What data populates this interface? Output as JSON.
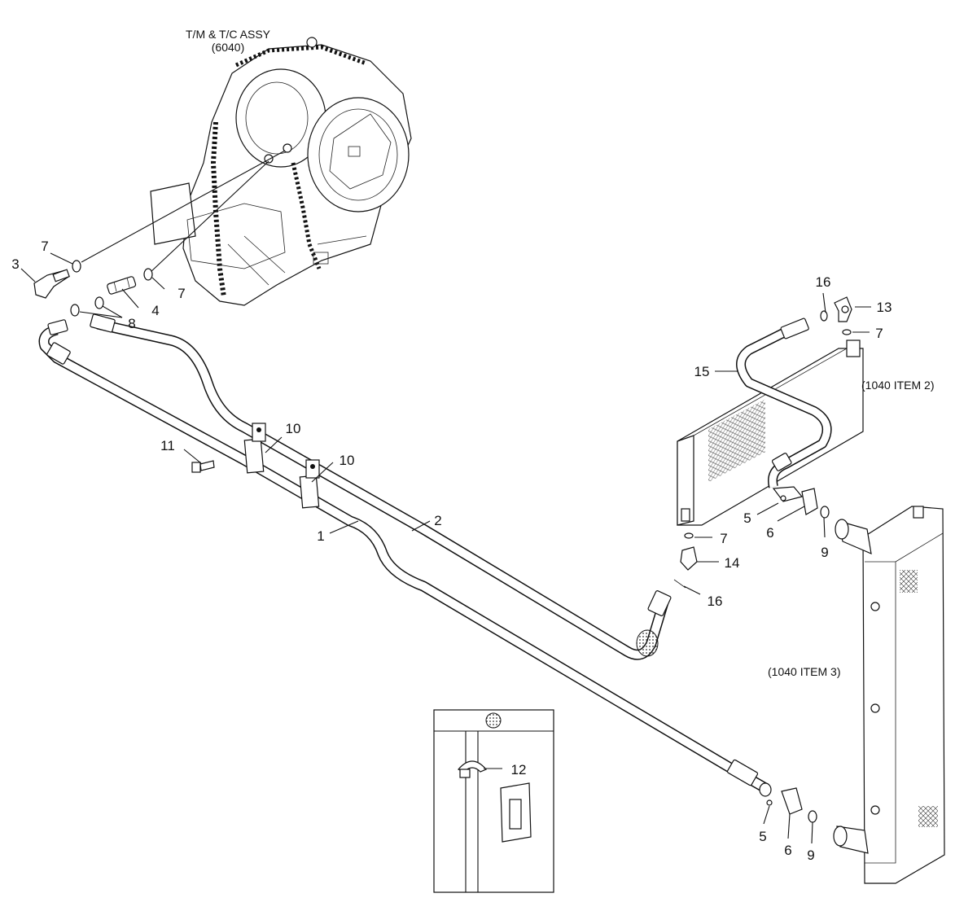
{
  "assemblies": {
    "transmission_title": "T/M & T/C ASSY",
    "transmission_code": "(6040)",
    "oil_cooler_ref": "(1040 ITEM 2)",
    "radiator_ref": "(1040 ITEM 3)"
  },
  "callouts": {
    "c1": "1",
    "c2": "2",
    "c3": "3",
    "c4": "4",
    "c5a": "5",
    "c5b": "5",
    "c6a": "6",
    "c6b": "6",
    "c7a": "7",
    "c7b": "7",
    "c7c": "7",
    "c7d": "7",
    "c8": "8",
    "c9a": "9",
    "c9b": "9",
    "c10a": "10",
    "c10b": "10",
    "c11": "11",
    "c12": "12",
    "c13": "13",
    "c14": "14",
    "c15": "15",
    "c16a": "16",
    "c16b": "16"
  }
}
